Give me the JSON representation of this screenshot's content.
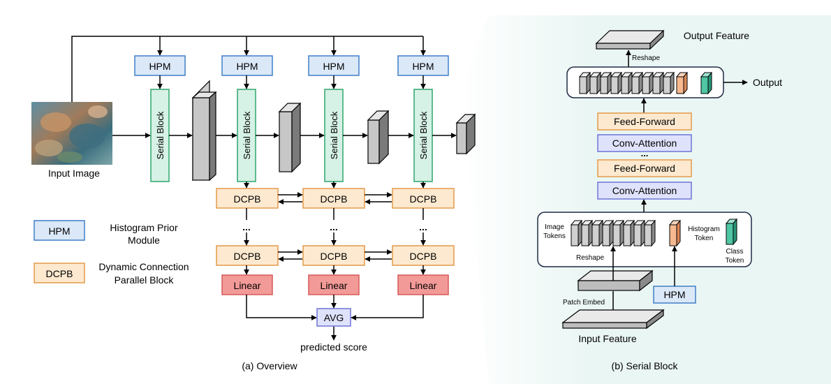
{
  "overview": {
    "input_label": "Input Image",
    "hpm_label": "HPM",
    "serial_block_label": "Serial Block",
    "dcpb_label": "DCPB",
    "ellipsis": "...",
    "linear_label": "Linear",
    "avg_label": "AVG",
    "output_label": "predicted score",
    "caption": "(a) Overview"
  },
  "legend": {
    "hpm_key": "HPM",
    "hpm_desc_line1": "Histogram Prior",
    "hpm_desc_line2": "Module",
    "dcpb_key": "DCPB",
    "dcpb_desc_line1": "Dynamic Connection",
    "dcpb_desc_line2": "Parallel Block"
  },
  "serial_block": {
    "output_feature": "Output Feature",
    "reshape_top": "Reshape",
    "output": "Output",
    "feed_forward": "Feed-Forward",
    "conv_attention": "Conv-Attention",
    "ellipsis": "...",
    "image_tokens_line1": "Image",
    "image_tokens_line2": "Tokens",
    "histogram_token_line1": "Histogram",
    "histogram_token_line2": "Token",
    "class_token_line1": "Class",
    "class_token_line2": "Token",
    "reshape_bottom": "Reshape",
    "patch_embed": "Patch Embed",
    "hpm": "HPM",
    "input_feature": "Input Feature",
    "caption": "(b) Serial Block"
  },
  "colors": {
    "hpm_fill": "#dbe8f8",
    "hpm_stroke": "#3f7fc7",
    "serial_fill": "#d6f1e6",
    "serial_stroke": "#2fa66b",
    "dcpb_fill": "#fde9cf",
    "dcpb_stroke": "#e39a4a",
    "linear_fill": "#f29a98",
    "linear_stroke": "#d55a58",
    "avg_fill": "#dfe2fb",
    "avg_stroke": "#6d74d6",
    "panel_bg": "#eaf6f4",
    "histogram_token": "#f7b98f",
    "class_token": "#4fc6a4"
  }
}
